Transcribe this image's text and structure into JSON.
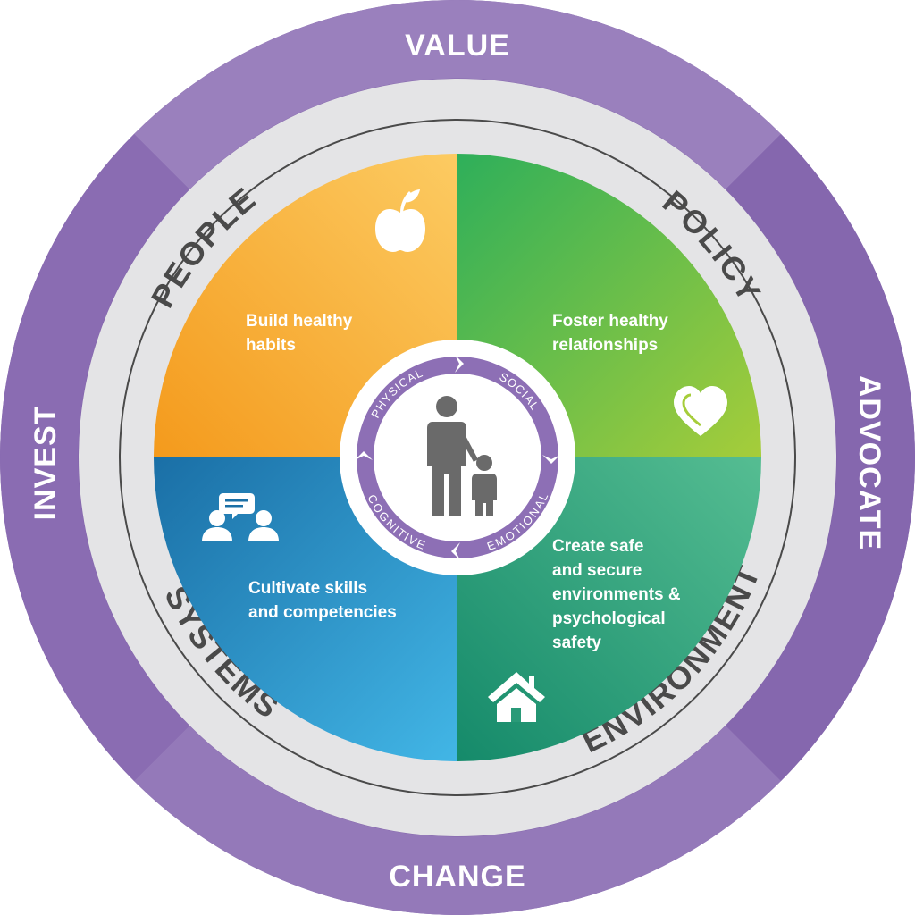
{
  "outer_ring": {
    "top": "VALUE",
    "right": "ADVOCATE",
    "bottom": "CHANGE",
    "left": "INVEST"
  },
  "middle_ring": {
    "top_left": "PEOPLE",
    "top_right": "POLICY",
    "bottom_right": "ENVIRONMENT",
    "bottom_left": "SYSTEMS"
  },
  "quadrants": {
    "top_left": {
      "lines": [
        "Build healthy",
        "habits"
      ],
      "icon": "apple-icon",
      "color": "#f7a534"
    },
    "top_right": {
      "lines": [
        "Foster healthy",
        "relationships"
      ],
      "icon": "heart-icon",
      "color": "#5db84e"
    },
    "bottom_right": {
      "lines": [
        "Create safe",
        "and secure",
        "environments &",
        "psychological",
        "safety"
      ],
      "icon": "house-icon",
      "color": "#2a9a78"
    },
    "bottom_left": {
      "lines": [
        "Cultivate skills",
        "and competencies"
      ],
      "icon": "conversation-icon",
      "color": "#2a8fc4"
    }
  },
  "center_cycle": {
    "top_left": "PHYSICAL",
    "top_right": "SOCIAL",
    "bottom_right": "EMOTIONAL",
    "bottom_left": "COGNITIVE"
  },
  "colors": {
    "purple_dark": "#7f60a8",
    "purple_light": "#a18abe",
    "ring_gray": "#e2e2e4",
    "figure_gray": "#6a6a6a"
  }
}
